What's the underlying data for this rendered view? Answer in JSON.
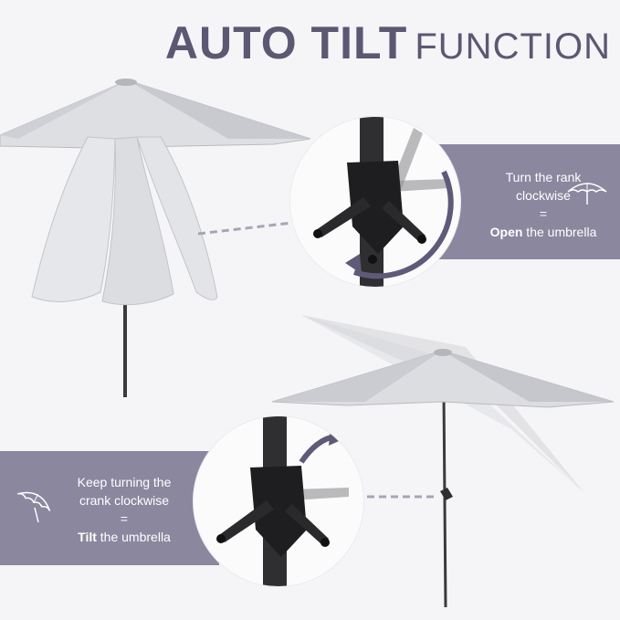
{
  "title": {
    "bold": "AUTO TILT",
    "light": "FUNCTION"
  },
  "panel_open": {
    "line1": "Turn the rank",
    "line2": "clockwise",
    "equals": "=",
    "emphasis": "Open",
    "rest": " the umbrella",
    "icon": "umbrella-icon"
  },
  "panel_tilt": {
    "line1": "Keep turning the",
    "line2": "crank clockwise",
    "equals": "=",
    "emphasis": "Tilt",
    "rest": " the umbrella",
    "icon": "tilted-umbrella-icon"
  },
  "colors": {
    "title": "#5c5873",
    "band": "#8b879f",
    "canopy": "#d9dade",
    "pole": "#3a3a3d",
    "arrow": "#5e5a78"
  }
}
